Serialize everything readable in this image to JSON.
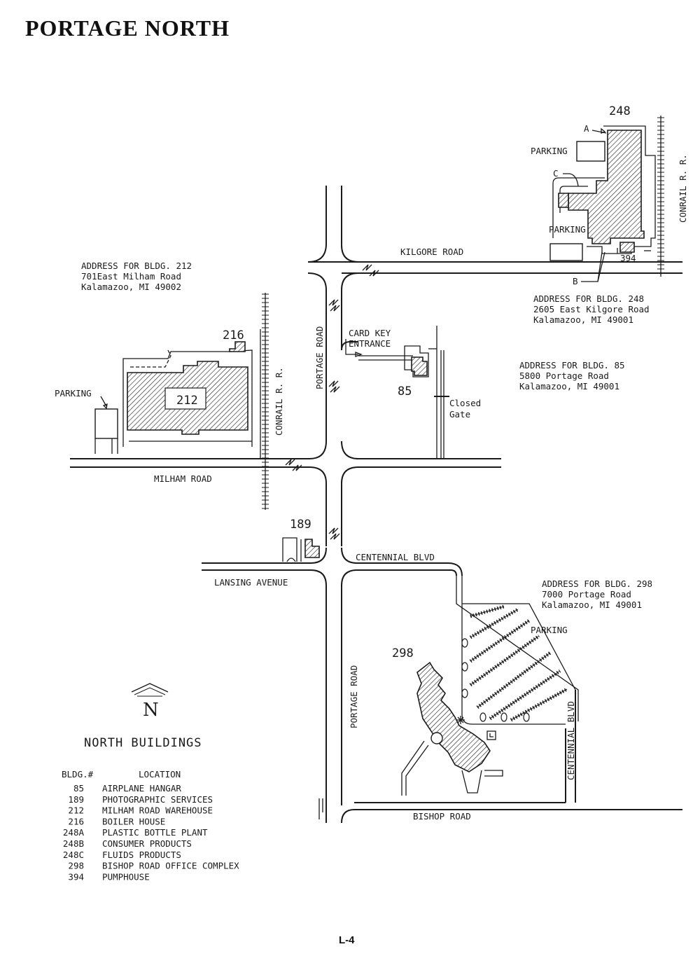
{
  "title": "PORTAGE NORTH",
  "page_number": "L-4",
  "roads": {
    "kilgore": "KILGORE ROAD",
    "portage_upper": "PORTAGE ROAD",
    "portage_lower": "PORTAGE ROAD",
    "milham": "MILHAM ROAD",
    "conrail_left": "CONRAIL R. R.",
    "conrail_right": "CONRAIL R. R.",
    "centennial": "CENTENNIAL BLVD",
    "centennial_vertical": "CENTENNIAL BLVD",
    "lansing": "LANSING AVENUE",
    "bishop": "BISHOP ROAD"
  },
  "labels": {
    "parking_212": "PARKING",
    "parking_248_top": "PARKING",
    "parking_248_mid": "PARKING",
    "parking_298": "PARKING",
    "card_key_1": "CARD KEY",
    "card_key_2": "ENTRANCE",
    "closed_gate_1": "Closed",
    "closed_gate_2": "Gate",
    "marker_a": "A",
    "marker_b": "B",
    "marker_c": "C"
  },
  "buildings": {
    "b212": "212",
    "b216": "216",
    "b85": "85",
    "b248": "248",
    "b394": "394",
    "b189": "189",
    "b298": "298"
  },
  "addresses": [
    {
      "heading": "ADDRESS FOR BLDG. 212",
      "street": "701East Milham Road",
      "city": "Kalamazoo, MI 49002"
    },
    {
      "heading": "ADDRESS FOR BLDG. 248",
      "street": "2605 East Kilgore Road",
      "city": "Kalamazoo, MI 49001"
    },
    {
      "heading": "ADDRESS FOR BLDG. 85",
      "street": "5800 Portage Road",
      "city": "Kalamazoo, MI 49001"
    },
    {
      "heading": "ADDRESS FOR BLDG. 298",
      "street": "7000 Portage Road",
      "city": "Kalamazoo, MI 49001"
    }
  ],
  "north_arrow": {
    "letter": "N"
  },
  "legend": {
    "heading": "NORTH BUILDINGS",
    "col_bldg": "BLDG.#",
    "col_location": "LOCATION",
    "rows": [
      {
        "bldg": "85",
        "location": "AIRPLANE HANGAR"
      },
      {
        "bldg": "189",
        "location": "PHOTOGRAPHIC SERVICES"
      },
      {
        "bldg": "212",
        "location": "MILHAM ROAD WAREHOUSE"
      },
      {
        "bldg": "216",
        "location": "BOILER HOUSE"
      },
      {
        "bldg": "248A",
        "location": "PLASTIC BOTTLE PLANT"
      },
      {
        "bldg": "248B",
        "location": "CONSUMER PRODUCTS"
      },
      {
        "bldg": "248C",
        "location": "FLUIDS PRODUCTS"
      },
      {
        "bldg": "298",
        "location": "BISHOP ROAD OFFICE COMPLEX"
      },
      {
        "bldg": "394",
        "location": "PUMPHOUSE"
      }
    ]
  },
  "colors": {
    "ink": "#1a1a1a",
    "paper": "#ffffff"
  }
}
